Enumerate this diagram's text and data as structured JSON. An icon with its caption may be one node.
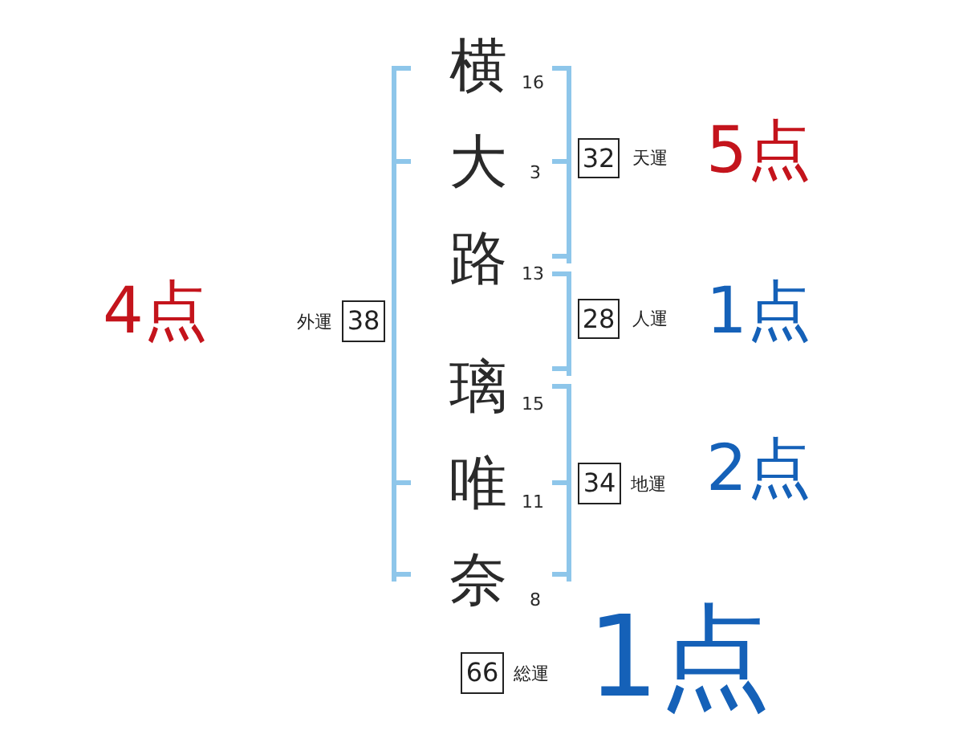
{
  "diagram": {
    "nodes": [
      {
        "text": [
          "32"
        ],
        "beside": [
          "天運"
        ]
      },
      {
        "text": [
          "38"
        ],
        "beside": [
          "外運"
        ]
      },
      {
        "text": [
          "28"
        ],
        "beside": [
          "人運"
        ]
      },
      {
        "text": [
          "34"
        ],
        "beside": [
          "地運"
        ]
      },
      {
        "text": [
          "66"
        ],
        "beside": [
          "総運"
        ]
      }
    ],
    "labels": [
      "4点",
      "横",
      "16",
      "大",
      "3",
      "路",
      "13",
      "璃",
      "15",
      "唯",
      "11",
      "奈",
      "8",
      "5点",
      "1点",
      "2点",
      "1点"
    ]
  }
}
